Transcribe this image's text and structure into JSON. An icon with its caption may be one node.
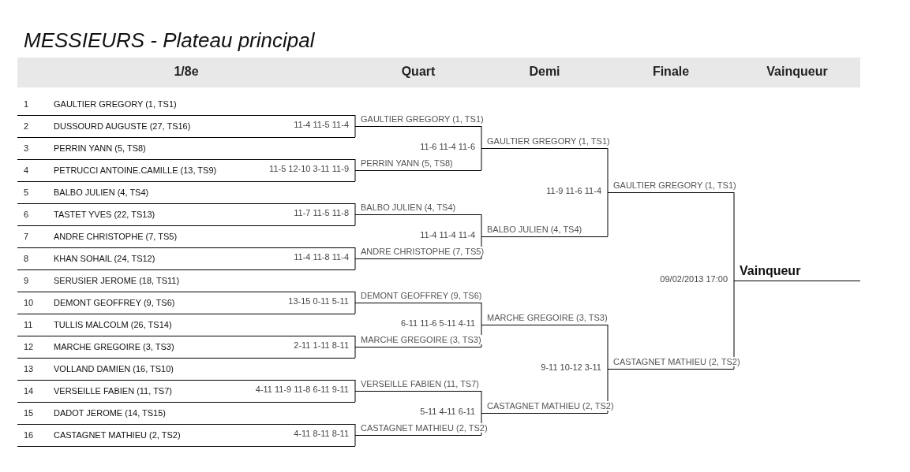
{
  "diagram": {
    "title": "MESSIEURS - Plateau principal",
    "nodes": [
      {
        "text": [
          "1",
          "GAULTIER GREGORY (1, TS1)"
        ]
      },
      {
        "text": [
          "2",
          "DUSSOURD AUGUSTE (27, TS16)"
        ]
      },
      {
        "text": [
          "3",
          "PERRIN YANN (5, TS8)"
        ]
      },
      {
        "text": [
          "4",
          "PETRUCCI ANTOINE.CAMILLE (13, TS9)"
        ]
      },
      {
        "text": [
          "5",
          "BALBO JULIEN (4, TS4)"
        ]
      },
      {
        "text": [
          "6",
          "TASTET YVES (22, TS13)"
        ]
      },
      {
        "text": [
          "7",
          "ANDRE CHRISTOPHE (7, TS5)"
        ]
      },
      {
        "text": [
          "8",
          "KHAN SOHAIL (24, TS12)"
        ]
      },
      {
        "text": [
          "9",
          "SERUSIER JEROME (18, TS11)"
        ]
      },
      {
        "text": [
          "10",
          "DEMONT GEOFFREY (9, TS6)"
        ]
      },
      {
        "text": [
          "11",
          "TULLIS MALCOLM (26, TS14)"
        ]
      },
      {
        "text": [
          "12",
          "MARCHE GREGOIRE (3, TS3)"
        ]
      },
      {
        "text": [
          "13",
          "VOLLAND DAMIEN (16, TS10)"
        ]
      },
      {
        "text": [
          "14",
          "VERSEILLE FABIEN (11, TS7)"
        ]
      },
      {
        "text": [
          "15",
          "DADOT JEROME (14, TS15)"
        ]
      },
      {
        "text": [
          "16",
          "CASTAGNET MATHIEU (2, TS2)"
        ]
      },
      {
        "text": [
          "GAULTIER GREGORY (1, TS1)"
        ]
      },
      {
        "text": [
          "PERRIN YANN (5, TS8)"
        ]
      },
      {
        "text": [
          "BALBO JULIEN (4, TS4)"
        ]
      },
      {
        "text": [
          "ANDRE CHRISTOPHE (7, TS5)"
        ]
      },
      {
        "text": [
          "DEMONT GEOFFREY (9, TS6)"
        ]
      },
      {
        "text": [
          "MARCHE GREGOIRE (3, TS3)"
        ]
      },
      {
        "text": [
          "VERSEILLE FABIEN (11, TS7)"
        ]
      },
      {
        "text": [
          "CASTAGNET MATHIEU (2, TS2)"
        ]
      },
      {
        "text": [
          "GAULTIER GREGORY (1, TS1)"
        ]
      },
      {
        "text": [
          "BALBO JULIEN (4, TS4)"
        ]
      },
      {
        "text": [
          "MARCHE GREGOIRE (3, TS3)"
        ]
      },
      {
        "text": [
          "CASTAGNET MATHIEU (2, TS2)"
        ]
      },
      {
        "text": [
          "GAULTIER GREGORY (1, TS1)"
        ]
      },
      {
        "text": [
          "CASTAGNET MATHIEU (2, TS2)"
        ]
      },
      {
        "text": [
          "Vainqueur"
        ]
      }
    ],
    "edges": [
      {
        "from": 0,
        "to": 16,
        "arrow": "none"
      },
      {
        "from": 1,
        "to": 16,
        "arrow": "none",
        "label": "11-4 11-5 11-4"
      },
      {
        "from": 2,
        "to": 17,
        "arrow": "none"
      },
      {
        "from": 3,
        "to": 17,
        "arrow": "none",
        "label": "11-5 12-10 3-11 11-9"
      },
      {
        "from": 4,
        "to": 18,
        "arrow": "none"
      },
      {
        "from": 5,
        "to": 18,
        "arrow": "none",
        "label": "11-7 11-5 11-8"
      },
      {
        "from": 6,
        "to": 19,
        "arrow": "none"
      },
      {
        "from": 7,
        "to": 19,
        "arrow": "none",
        "label": "11-4 11-8 11-4"
      },
      {
        "from": 8,
        "to": 20,
        "arrow": "none"
      },
      {
        "from": 9,
        "to": 20,
        "arrow": "none",
        "label": "13-15 0-11 5-11"
      },
      {
        "from": 10,
        "to": 21,
        "arrow": "none"
      },
      {
        "from": 11,
        "to": 21,
        "arrow": "none",
        "label": "2-11 1-11 8-11"
      },
      {
        "from": 12,
        "to": 22,
        "arrow": "none"
      },
      {
        "from": 13,
        "to": 22,
        "arrow": "none",
        "label": "4-11 11-9 11-8 6-11 9-11"
      },
      {
        "from": 14,
        "to": 23,
        "arrow": "none"
      },
      {
        "from": 15,
        "to": 23,
        "arrow": "none",
        "label": "4-11 8-11 8-11"
      },
      {
        "from": 16,
        "to": 24,
        "arrow": "none"
      },
      {
        "from": 17,
        "to": 24,
        "arrow": "none",
        "label": "11-6 11-4 11-6"
      },
      {
        "from": 18,
        "to": 25,
        "arrow": "none"
      },
      {
        "from": 19,
        "to": 25,
        "arrow": "none",
        "label": "11-4 11-4 11-4"
      },
      {
        "from": 20,
        "to": 26,
        "arrow": "none"
      },
      {
        "from": 21,
        "to": 26,
        "arrow": "none",
        "label": "6-11 11-6 5-11 4-11"
      },
      {
        "from": 22,
        "to": 27,
        "arrow": "none"
      },
      {
        "from": 23,
        "to": 27,
        "arrow": "none",
        "label": "5-11 4-11 6-11"
      },
      {
        "from": 24,
        "to": 28,
        "arrow": "none"
      },
      {
        "from": 25,
        "to": 28,
        "arrow": "none",
        "label": "11-9 11-6 11-4"
      },
      {
        "from": 26,
        "to": 29,
        "arrow": "none"
      },
      {
        "from": 27,
        "to": 29,
        "arrow": "none",
        "label": "9-11 10-12 3-11"
      },
      {
        "from": 28,
        "to": 30,
        "arrow": "none"
      },
      {
        "from": 29,
        "to": 30,
        "arrow": "none",
        "label": "09/02/2013 17:00"
      }
    ],
    "labels": [
      "1/8e",
      "Quart",
      "Demi",
      "Finale",
      "Vainqueur"
    ]
  }
}
